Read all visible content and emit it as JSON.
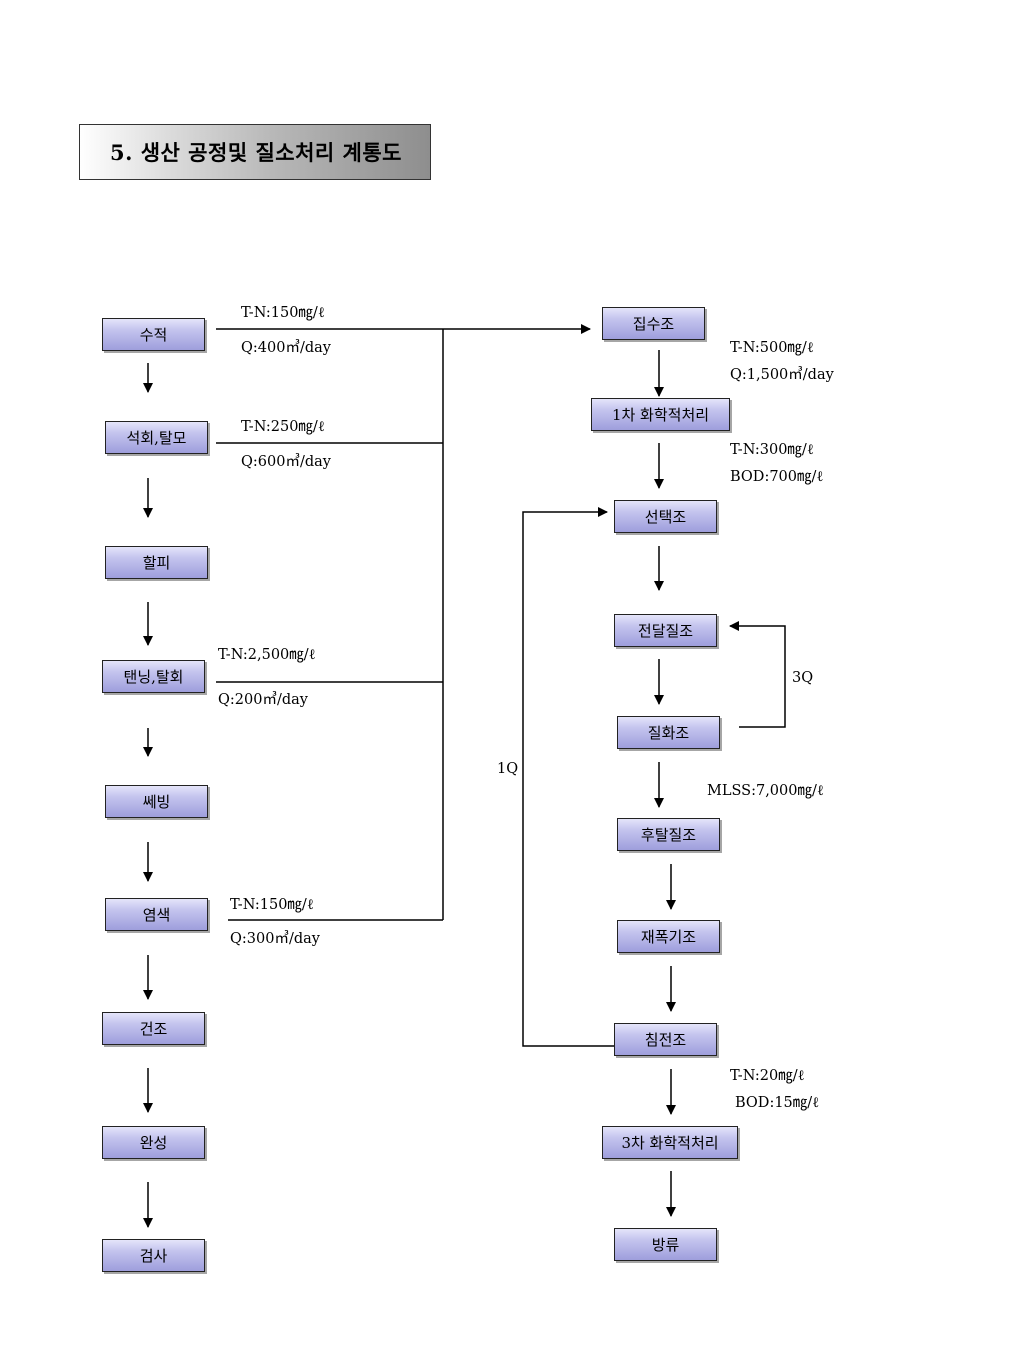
{
  "title": "5. 생산 공정및 질소처리 계통도",
  "process": {
    "b1": "수적",
    "b2": "석회,탈모",
    "b3": "할피",
    "b4": "탠닝,탈회",
    "b5": "쎄빙",
    "b6": "염색",
    "b7": "건조",
    "b8": "완성",
    "b9": "검사"
  },
  "treatment": {
    "b1": "집수조",
    "b2": "1차 화학적처리",
    "b3": "선택조",
    "b4": "전달질조",
    "b5": "질화조",
    "b6": "후탈질조",
    "b7": "재폭기조",
    "b8": "침전조",
    "b9": "3차 화학적처리",
    "b10": "방류"
  },
  "labels": {
    "p1_tn": "T-N:150㎎/ℓ",
    "p1_q": "Q:400㎥/day",
    "p2_tn": "T-N:250㎎/ℓ",
    "p2_q": "Q:600㎥/day",
    "p4_tn": "T-N:2,500㎎/ℓ",
    "p4_q": "Q:200㎥/day",
    "p6_tn": "T-N:150㎎/ℓ",
    "p6_q": "Q:300㎥/day",
    "t1_tn": "T-N:500㎎/ℓ",
    "t1_q": "Q:1,500㎥/day",
    "t2_tn": "T-N:300㎎/ℓ",
    "t2_bod": "BOD:700㎎/ℓ",
    "recycle_3q": "3Q",
    "recycle_1q": "1Q",
    "mlss": "MLSS:7,000㎎/ℓ",
    "t8_tn": "T-N:20㎎/ℓ",
    "t8_bod": "BOD:15㎎/ℓ"
  }
}
